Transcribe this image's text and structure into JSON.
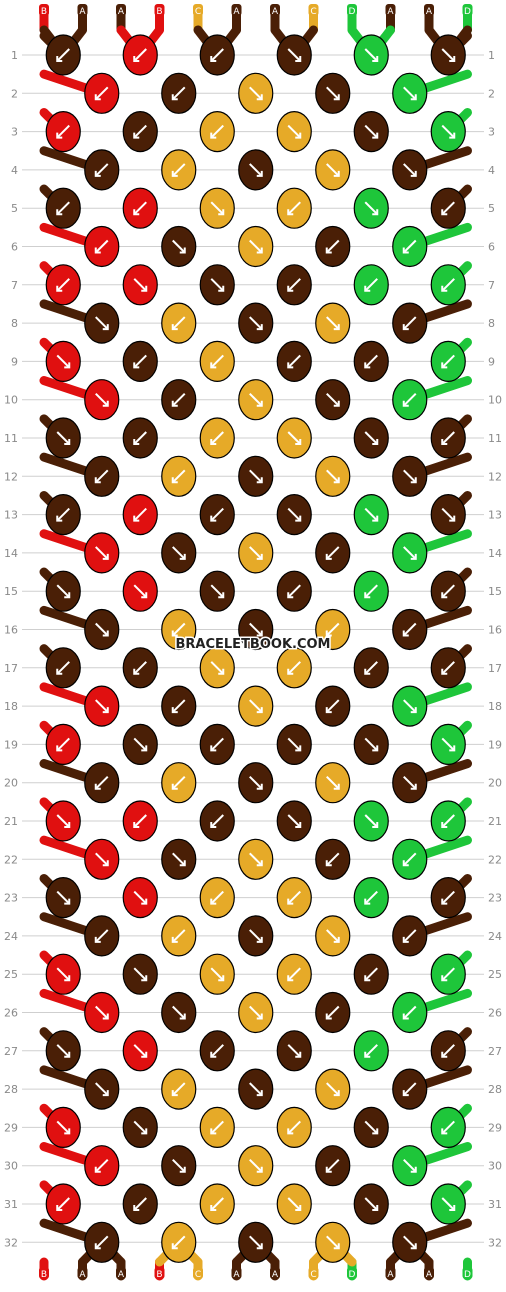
{
  "colors": {
    "A": "#4a1f06",
    "B": "#e01010",
    "C": "#e6aa28",
    "D": "#1ec63a",
    "row_line": "#cfcfcf",
    "row_number": "#8a8a8a",
    "knot_outline": "#000000",
    "arrow": "#ffffff"
  },
  "strands_top": [
    "B",
    "A",
    "A",
    "B",
    "C",
    "A",
    "A",
    "C",
    "D",
    "A",
    "A",
    "D"
  ],
  "strands_bottom": [
    "B",
    "A",
    "A",
    "B",
    "C",
    "A",
    "A",
    "C",
    "D",
    "A",
    "A",
    "D"
  ],
  "rows": [
    "1",
    "2",
    "3",
    "4",
    "5",
    "6",
    "7",
    "8",
    "9",
    "10",
    "11",
    "12",
    "13",
    "14",
    "15",
    "16",
    "17",
    "18",
    "19",
    "20",
    "21",
    "22",
    "23",
    "24",
    "25",
    "26",
    "27",
    "28",
    "29",
    "30",
    "31",
    "32"
  ],
  "watermark": "BRACELETBOOK.COM",
  "knot_rows": [
    {
      "row": "1",
      "knots": [
        {
          "c": "A",
          "d": "L"
        },
        {
          "c": "B",
          "d": "L"
        },
        {
          "c": "A",
          "d": "L"
        },
        {
          "c": "A",
          "d": "R"
        },
        {
          "c": "D",
          "d": "R"
        },
        {
          "c": "A",
          "d": "R"
        }
      ]
    },
    {
      "row": "2",
      "knots": [
        {
          "c": "B",
          "d": "L"
        },
        {
          "c": "A",
          "d": "L"
        },
        {
          "c": "C",
          "d": "R"
        },
        {
          "c": "A",
          "d": "R"
        },
        {
          "c": "D",
          "d": "R"
        }
      ]
    },
    {
      "row": "3",
      "knots": [
        {
          "c": "B",
          "d": "L"
        },
        {
          "c": "A",
          "d": "L"
        },
        {
          "c": "C",
          "d": "L"
        },
        {
          "c": "C",
          "d": "R"
        },
        {
          "c": "A",
          "d": "R"
        },
        {
          "c": "D",
          "d": "R"
        }
      ]
    },
    {
      "row": "4",
      "knots": [
        {
          "c": "A",
          "d": "L"
        },
        {
          "c": "C",
          "d": "L"
        },
        {
          "c": "A",
          "d": "R"
        },
        {
          "c": "C",
          "d": "R"
        },
        {
          "c": "A",
          "d": "R"
        }
      ]
    },
    {
      "row": "5",
      "knots": [
        {
          "c": "A",
          "d": "L"
        },
        {
          "c": "B",
          "d": "L"
        },
        {
          "c": "C",
          "d": "R"
        },
        {
          "c": "C",
          "d": "L"
        },
        {
          "c": "D",
          "d": "R"
        },
        {
          "c": "A",
          "d": "L"
        }
      ]
    },
    {
      "row": "6",
      "knots": [
        {
          "c": "B",
          "d": "L"
        },
        {
          "c": "A",
          "d": "R"
        },
        {
          "c": "C",
          "d": "R"
        },
        {
          "c": "A",
          "d": "L"
        },
        {
          "c": "D",
          "d": "L"
        }
      ]
    },
    {
      "row": "7",
      "knots": [
        {
          "c": "B",
          "d": "L"
        },
        {
          "c": "B",
          "d": "R"
        },
        {
          "c": "A",
          "d": "R"
        },
        {
          "c": "A",
          "d": "L"
        },
        {
          "c": "D",
          "d": "L"
        },
        {
          "c": "D",
          "d": "L"
        }
      ]
    },
    {
      "row": "8",
      "knots": [
        {
          "c": "A",
          "d": "R"
        },
        {
          "c": "C",
          "d": "L"
        },
        {
          "c": "A",
          "d": "R"
        },
        {
          "c": "C",
          "d": "R"
        },
        {
          "c": "A",
          "d": "L"
        }
      ]
    },
    {
      "row": "9",
      "knots": [
        {
          "c": "B",
          "d": "R"
        },
        {
          "c": "A",
          "d": "L"
        },
        {
          "c": "C",
          "d": "L"
        },
        {
          "c": "A",
          "d": "L"
        },
        {
          "c": "A",
          "d": "L"
        },
        {
          "c": "D",
          "d": "L"
        }
      ]
    },
    {
      "row": "10",
      "knots": [
        {
          "c": "B",
          "d": "R"
        },
        {
          "c": "A",
          "d": "L"
        },
        {
          "c": "C",
          "d": "R"
        },
        {
          "c": "A",
          "d": "R"
        },
        {
          "c": "D",
          "d": "L"
        }
      ]
    },
    {
      "row": "11",
      "knots": [
        {
          "c": "A",
          "d": "R"
        },
        {
          "c": "A",
          "d": "L"
        },
        {
          "c": "C",
          "d": "L"
        },
        {
          "c": "C",
          "d": "R"
        },
        {
          "c": "A",
          "d": "R"
        },
        {
          "c": "A",
          "d": "L"
        }
      ]
    },
    {
      "row": "12",
      "knots": [
        {
          "c": "A",
          "d": "L"
        },
        {
          "c": "C",
          "d": "L"
        },
        {
          "c": "A",
          "d": "R"
        },
        {
          "c": "C",
          "d": "R"
        },
        {
          "c": "A",
          "d": "R"
        }
      ]
    },
    {
      "row": "13",
      "knots": [
        {
          "c": "A",
          "d": "L"
        },
        {
          "c": "B",
          "d": "L"
        },
        {
          "c": "A",
          "d": "L"
        },
        {
          "c": "A",
          "d": "R"
        },
        {
          "c": "D",
          "d": "R"
        },
        {
          "c": "A",
          "d": "R"
        }
      ]
    },
    {
      "row": "14",
      "knots": [
        {
          "c": "B",
          "d": "R"
        },
        {
          "c": "A",
          "d": "R"
        },
        {
          "c": "C",
          "d": "R"
        },
        {
          "c": "A",
          "d": "L"
        },
        {
          "c": "D",
          "d": "R"
        }
      ]
    },
    {
      "row": "15",
      "knots": [
        {
          "c": "A",
          "d": "R"
        },
        {
          "c": "B",
          "d": "R"
        },
        {
          "c": "A",
          "d": "R"
        },
        {
          "c": "A",
          "d": "L"
        },
        {
          "c": "D",
          "d": "L"
        },
        {
          "c": "A",
          "d": "L"
        }
      ]
    },
    {
      "row": "16",
      "knots": [
        {
          "c": "A",
          "d": "R"
        },
        {
          "c": "C",
          "d": "L"
        },
        {
          "c": "A",
          "d": "R"
        },
        {
          "c": "C",
          "d": "L"
        },
        {
          "c": "A",
          "d": "L"
        }
      ]
    },
    {
      "row": "17",
      "knots": [
        {
          "c": "A",
          "d": "L"
        },
        {
          "c": "A",
          "d": "L"
        },
        {
          "c": "C",
          "d": "R"
        },
        {
          "c": "C",
          "d": "L"
        },
        {
          "c": "A",
          "d": "L"
        },
        {
          "c": "A",
          "d": "L"
        }
      ]
    },
    {
      "row": "18",
      "knots": [
        {
          "c": "B",
          "d": "R"
        },
        {
          "c": "A",
          "d": "L"
        },
        {
          "c": "C",
          "d": "R"
        },
        {
          "c": "A",
          "d": "L"
        },
        {
          "c": "D",
          "d": "R"
        }
      ]
    },
    {
      "row": "19",
      "knots": [
        {
          "c": "B",
          "d": "L"
        },
        {
          "c": "A",
          "d": "R"
        },
        {
          "c": "A",
          "d": "L"
        },
        {
          "c": "A",
          "d": "R"
        },
        {
          "c": "A",
          "d": "R"
        },
        {
          "c": "D",
          "d": "R"
        }
      ]
    },
    {
      "row": "20",
      "knots": [
        {
          "c": "A",
          "d": "L"
        },
        {
          "c": "C",
          "d": "L"
        },
        {
          "c": "A",
          "d": "R"
        },
        {
          "c": "C",
          "d": "R"
        },
        {
          "c": "A",
          "d": "R"
        }
      ]
    },
    {
      "row": "21",
      "knots": [
        {
          "c": "B",
          "d": "R"
        },
        {
          "c": "B",
          "d": "L"
        },
        {
          "c": "A",
          "d": "L"
        },
        {
          "c": "A",
          "d": "R"
        },
        {
          "c": "D",
          "d": "R"
        },
        {
          "c": "D",
          "d": "L"
        }
      ]
    },
    {
      "row": "22",
      "knots": [
        {
          "c": "B",
          "d": "R"
        },
        {
          "c": "A",
          "d": "R"
        },
        {
          "c": "C",
          "d": "R"
        },
        {
          "c": "A",
          "d": "L"
        },
        {
          "c": "D",
          "d": "L"
        }
      ]
    },
    {
      "row": "23",
      "knots": [
        {
          "c": "A",
          "d": "R"
        },
        {
          "c": "B",
          "d": "R"
        },
        {
          "c": "C",
          "d": "L"
        },
        {
          "c": "C",
          "d": "L"
        },
        {
          "c": "D",
          "d": "L"
        },
        {
          "c": "A",
          "d": "L"
        }
      ]
    },
    {
      "row": "24",
      "knots": [
        {
          "c": "A",
          "d": "L"
        },
        {
          "c": "C",
          "d": "L"
        },
        {
          "c": "A",
          "d": "R"
        },
        {
          "c": "C",
          "d": "R"
        },
        {
          "c": "A",
          "d": "L"
        }
      ]
    },
    {
      "row": "25",
      "knots": [
        {
          "c": "B",
          "d": "R"
        },
        {
          "c": "A",
          "d": "R"
        },
        {
          "c": "C",
          "d": "R"
        },
        {
          "c": "C",
          "d": "L"
        },
        {
          "c": "A",
          "d": "L"
        },
        {
          "c": "D",
          "d": "L"
        }
      ]
    },
    {
      "row": "26",
      "knots": [
        {
          "c": "B",
          "d": "R"
        },
        {
          "c": "A",
          "d": "R"
        },
        {
          "c": "C",
          "d": "R"
        },
        {
          "c": "A",
          "d": "L"
        },
        {
          "c": "D",
          "d": "L"
        }
      ]
    },
    {
      "row": "27",
      "knots": [
        {
          "c": "A",
          "d": "R"
        },
        {
          "c": "B",
          "d": "R"
        },
        {
          "c": "A",
          "d": "L"
        },
        {
          "c": "A",
          "d": "R"
        },
        {
          "c": "D",
          "d": "L"
        },
        {
          "c": "A",
          "d": "L"
        }
      ]
    },
    {
      "row": "28",
      "knots": [
        {
          "c": "A",
          "d": "R"
        },
        {
          "c": "C",
          "d": "L"
        },
        {
          "c": "A",
          "d": "R"
        },
        {
          "c": "C",
          "d": "R"
        },
        {
          "c": "A",
          "d": "L"
        }
      ]
    },
    {
      "row": "29",
      "knots": [
        {
          "c": "B",
          "d": "R"
        },
        {
          "c": "A",
          "d": "R"
        },
        {
          "c": "C",
          "d": "L"
        },
        {
          "c": "C",
          "d": "L"
        },
        {
          "c": "A",
          "d": "R"
        },
        {
          "c": "D",
          "d": "L"
        }
      ]
    },
    {
      "row": "30",
      "knots": [
        {
          "c": "B",
          "d": "L"
        },
        {
          "c": "A",
          "d": "R"
        },
        {
          "c": "C",
          "d": "R"
        },
        {
          "c": "A",
          "d": "L"
        },
        {
          "c": "D",
          "d": "R"
        }
      ]
    },
    {
      "row": "31",
      "knots": [
        {
          "c": "B",
          "d": "L"
        },
        {
          "c": "A",
          "d": "L"
        },
        {
          "c": "C",
          "d": "L"
        },
        {
          "c": "C",
          "d": "R"
        },
        {
          "c": "A",
          "d": "R"
        },
        {
          "c": "D",
          "d": "R"
        }
      ]
    },
    {
      "row": "32",
      "knots": [
        {
          "c": "A",
          "d": "L"
        },
        {
          "c": "C",
          "d": "L"
        },
        {
          "c": "A",
          "d": "R"
        },
        {
          "c": "C",
          "d": "R"
        },
        {
          "c": "A",
          "d": "R"
        }
      ]
    }
  ]
}
